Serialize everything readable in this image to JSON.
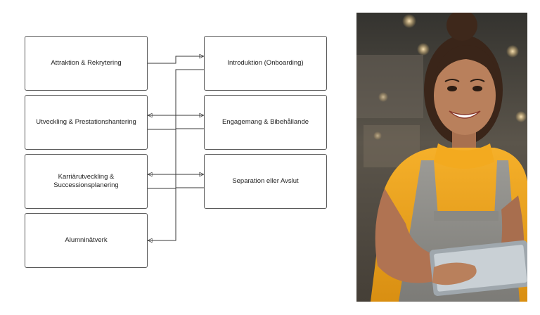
{
  "diagram": {
    "nodes": [
      {
        "id": "attr",
        "label": "Attraktion & Rekrytering"
      },
      {
        "id": "intro",
        "label": "Introduktion (Onboarding)"
      },
      {
        "id": "utv",
        "label": "Utveckling & Prestationshantering"
      },
      {
        "id": "eng",
        "label": "Engagemang & Bibehållande"
      },
      {
        "id": "kar",
        "label_line1": "Karriärutveckling &",
        "label_line2": "Successionsplanering"
      },
      {
        "id": "sep",
        "label": "Separation eller Avslut"
      },
      {
        "id": "alu",
        "label": "Alumninätverk"
      }
    ],
    "edges": [
      {
        "from": "attr",
        "to": "intro"
      },
      {
        "from": "intro",
        "to": "utv"
      },
      {
        "from": "utv",
        "to": "eng"
      },
      {
        "from": "eng",
        "to": "kar"
      },
      {
        "from": "kar",
        "to": "sep"
      },
      {
        "from": "sep",
        "to": "alu"
      }
    ]
  },
  "photo": {
    "subject": "smiling-woman-with-tablet",
    "colors": {
      "shirt": "#f2a81d",
      "apron": "#8d8d88",
      "skin": "#b9805c",
      "hair": "#3a2519"
    }
  }
}
